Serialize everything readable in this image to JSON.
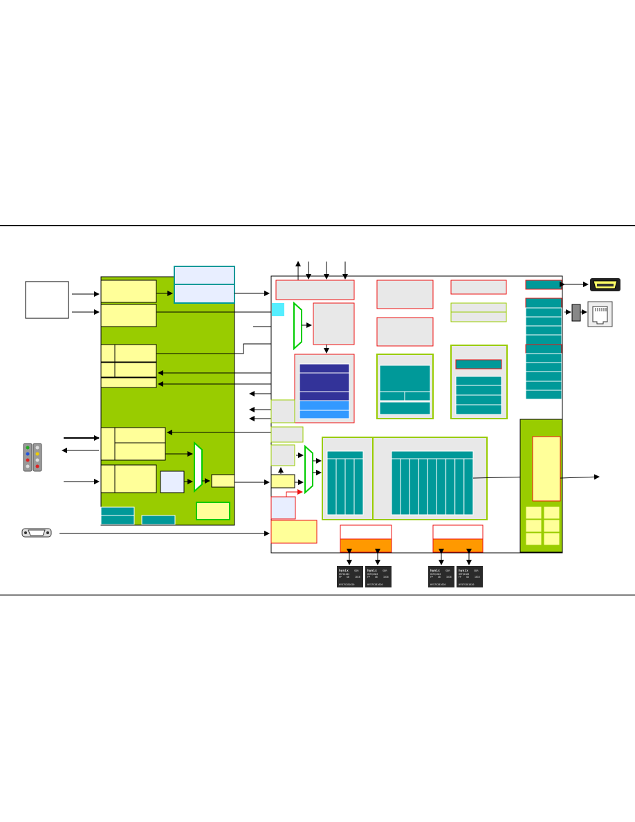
{
  "diagram": {
    "colors": {
      "green_panel": "#99cc00",
      "yellow_block": "#ffff99",
      "teal_block": "#009999",
      "gray_block": "#e8e8e8",
      "navy_block": "#333399",
      "blue_block": "#3399ff",
      "orange_block": "#ff9900",
      "red_border": "#ee1111",
      "light_blue_block": "#e8eeff",
      "cyan_block": "#55eeff",
      "mux_outline": "#00cc00",
      "line": "#000000"
    },
    "memory_chips": [
      {
        "name": "chip-1",
        "lines": [
          "hynix",
          "SDR",
          "H5TQ1G63",
          "FP",
          "G8",
          "1016",
          "HY57V281620"
        ]
      },
      {
        "name": "chip-2",
        "lines": [
          "hynix",
          "SDR",
          "H5TQ1G63",
          "FP",
          "G8",
          "1016",
          "HY57V281620"
        ]
      },
      {
        "name": "chip-3",
        "lines": [
          "hynix",
          "SDR",
          "H5TQ1G63",
          "FP",
          "G8",
          "1016",
          "HY57V281620"
        ]
      },
      {
        "name": "chip-4",
        "lines": [
          "hynix",
          "SDR",
          "H5TQ1G63",
          "FP",
          "G8",
          "1016",
          "HY57V281620"
        ]
      }
    ],
    "icons": [
      "hdmi-port-icon",
      "ethernet-port-icon",
      "audio-jacks-icon",
      "vga-connector-icon"
    ]
  }
}
